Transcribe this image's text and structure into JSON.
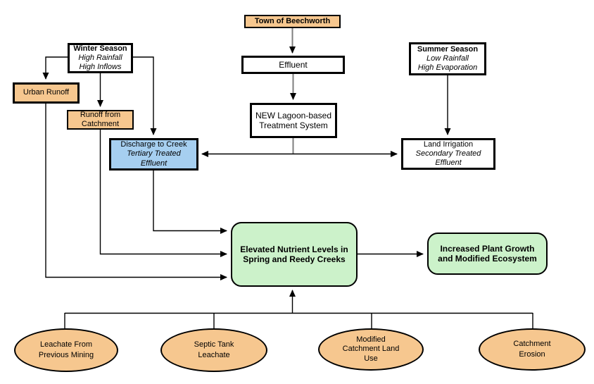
{
  "diagram": {
    "type": "flowchart",
    "colors": {
      "node_orange": "#F6C78F",
      "node_blue": "#A6CFF0",
      "node_green": "#CCF2CA",
      "node_white": "#FFFFFF",
      "border": "#000000",
      "line_black": "#000000",
      "line_gray": "#7F7F7F",
      "background": "#FFFFFF"
    },
    "nodes": {
      "town": {
        "lines": [
          "Town of Beechworth"
        ]
      },
      "effluent": {
        "lines": [
          "Effluent"
        ]
      },
      "treatment": {
        "lines": [
          "NEW Lagoon-based",
          "Treatment System"
        ]
      },
      "winter": {
        "lines": [
          "Winter Season",
          "High Rainfall",
          "High Inflows"
        ]
      },
      "summer": {
        "lines": [
          "Summer Season",
          "Low Rainfall",
          "High Evaporation"
        ]
      },
      "urban_runoff": {
        "lines": [
          "Urban Runoff"
        ]
      },
      "runoff_catchment": {
        "lines": [
          "Runoff from",
          "Catchment"
        ]
      },
      "discharge": {
        "lines": [
          "Discharge to Creek",
          "Tertiary Treated",
          "Effluent"
        ]
      },
      "land_irrigation": {
        "lines": [
          "Land Irrigation",
          "Secondary Treated",
          "Effluent"
        ]
      },
      "elevated": {
        "lines": [
          "Elevated Nutrient Levels in",
          "Spring and Reedy Creeks"
        ]
      },
      "increased": {
        "lines": [
          "Increased Plant Growth",
          "and Modified Ecosystem"
        ]
      },
      "leachate_mining": {
        "lines": [
          "Leachate From",
          "Previous Mining"
        ]
      },
      "septic_tank": {
        "lines": [
          "Septic Tank",
          "Leachate"
        ]
      },
      "modified_catchment": {
        "lines": [
          "Modified",
          "Catchment Land",
          "Use"
        ]
      },
      "catchment_erosion": {
        "lines": [
          "Catchment",
          "Erosion"
        ]
      }
    },
    "edges": [
      {
        "from": "town-of-beechworth",
        "to": "effluent"
      },
      {
        "from": "effluent",
        "to": "new-lagoon-treatment-system"
      },
      {
        "from": "new-lagoon-treatment-system",
        "to": "discharge-to-creek"
      },
      {
        "from": "new-lagoon-treatment-system",
        "to": "land-irrigation"
      },
      {
        "from": "winter-season",
        "to": "urban-runoff"
      },
      {
        "from": "winter-season",
        "to": "runoff-from-catchment"
      },
      {
        "from": "winter-season",
        "to": "discharge-to-creek"
      },
      {
        "from": "summer-season",
        "to": "land-irrigation"
      },
      {
        "from": "discharge-to-creek",
        "to": "elevated-nutrient-levels"
      },
      {
        "from": "runoff-from-catchment",
        "to": "elevated-nutrient-levels"
      },
      {
        "from": "urban-runoff",
        "to": "elevated-nutrient-levels"
      },
      {
        "from": "elevated-nutrient-levels",
        "to": "increased-plant-growth"
      },
      {
        "from": "leachate-from-previous-mining",
        "to": "elevated-nutrient-levels"
      },
      {
        "from": "septic-tank-leachate",
        "to": "elevated-nutrient-levels"
      },
      {
        "from": "modified-catchment-land-use",
        "to": "elevated-nutrient-levels"
      },
      {
        "from": "catchment-erosion",
        "to": "elevated-nutrient-levels"
      }
    ]
  }
}
